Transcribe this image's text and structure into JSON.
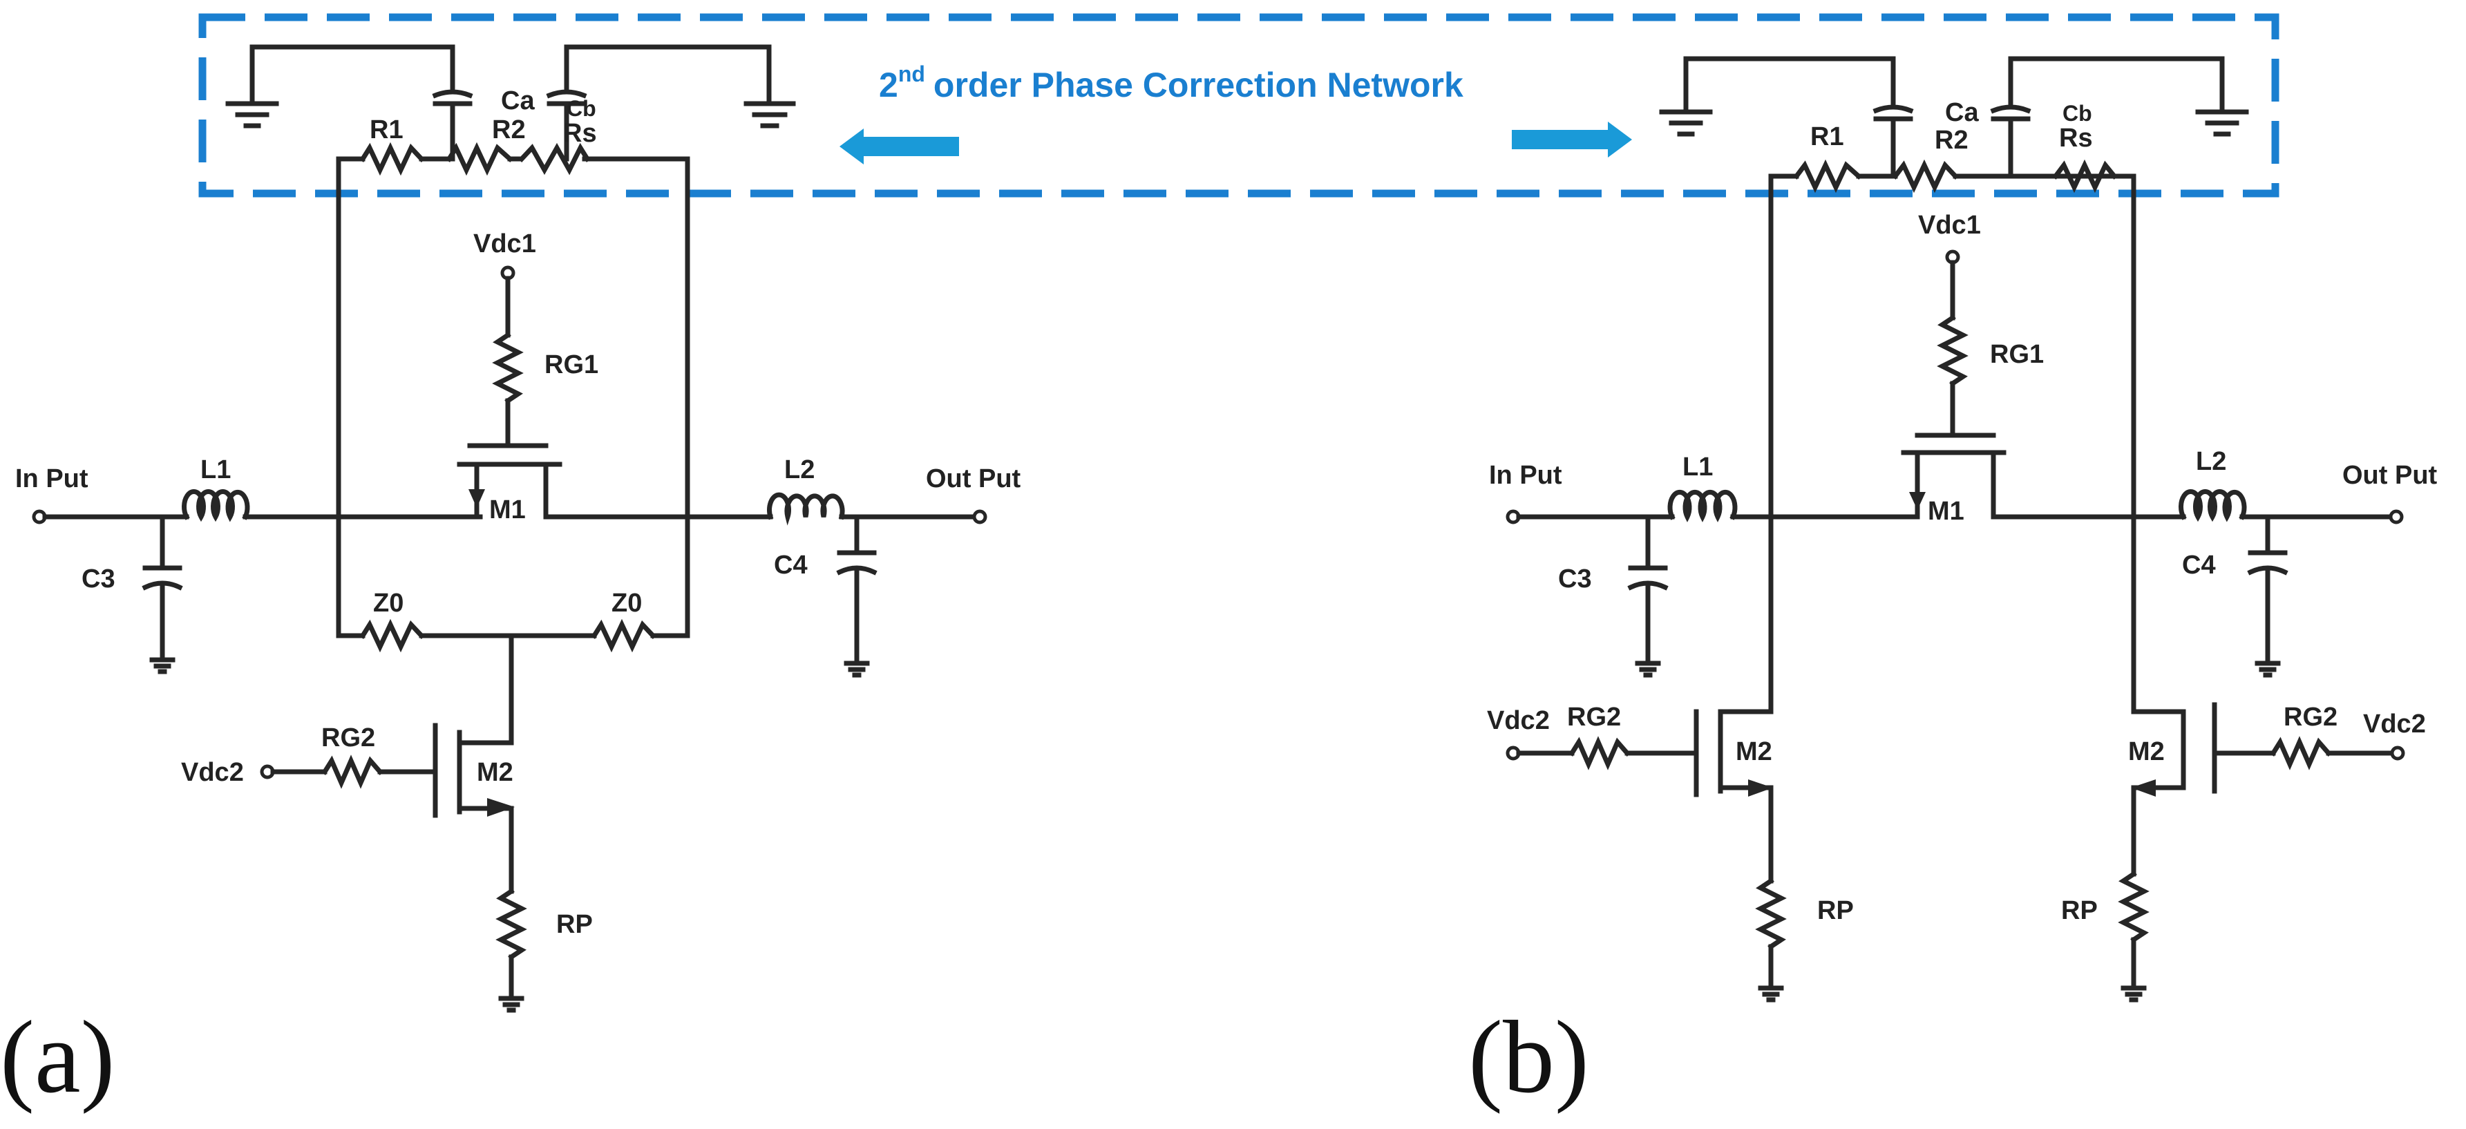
{
  "network_title": "order Phase Correction Network",
  "network_order": "2",
  "network_order_suffix": "nd",
  "accent_color": "#1a7fd0",
  "panels": {
    "a": "(a)",
    "b": "(b)"
  },
  "labels": {
    "input": "In Put",
    "output": "Out Put",
    "L1": "L1",
    "L2": "L2",
    "C3": "C3",
    "C4": "C4",
    "R1": "R1",
    "R2": "R2",
    "Ca": "Ca",
    "Cb": "Cb",
    "Rs": "Rs",
    "Vdc1": "Vdc1",
    "RG1": "RG1",
    "M1": "M1",
    "Z0": "Z0",
    "Vdc2": "Vdc2",
    "RG2": "RG2",
    "M2": "M2",
    "RP": "RP"
  },
  "icons": {
    "ground": "ground-icon",
    "resistor": "resistor-icon",
    "capacitor": "capacitor-icon",
    "inductor": "inductor-icon",
    "transistor": "transistor-icon",
    "arrow_left": "arrow-left-icon",
    "arrow_right": "arrow-right-icon"
  }
}
